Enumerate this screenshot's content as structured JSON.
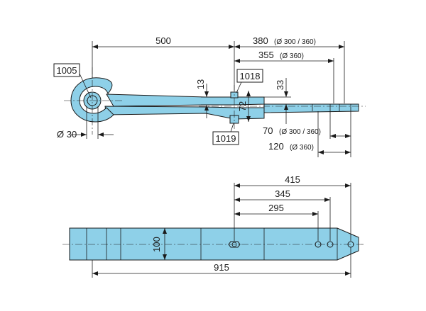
{
  "callouts": {
    "eye_bushing": "1005",
    "bolt_top": "1018",
    "bolt_bottom": "1019"
  },
  "side_view": {
    "eye_to_center": "500",
    "center_to_end": "380",
    "center_to_end_note": "(Ø 300 / 360)",
    "center_to_hole": "355",
    "center_to_hole_note": "(Ø 360)",
    "thickness_a": "13",
    "thickness_b": "33",
    "height": "72",
    "eye_diameter": "Ø 30",
    "tip_a": "70",
    "tip_a_note": "(Ø 300 / 360)",
    "tip_b": "120",
    "tip_b_note": "(Ø 360)"
  },
  "top_view": {
    "hole_far": "415",
    "hole_mid": "345",
    "hole_near": "295",
    "width": "100",
    "total_length": "915"
  },
  "colors": {
    "part_fill": "#8ed0e8",
    "line": "#1a1a1a"
  }
}
